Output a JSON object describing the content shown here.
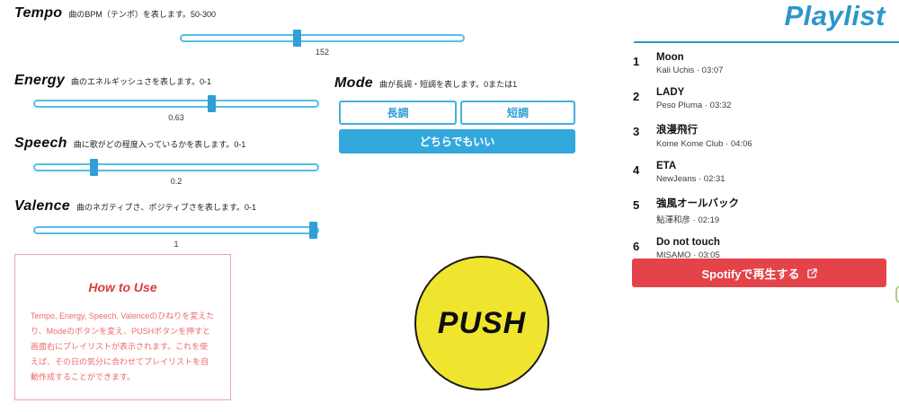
{
  "sliders": [
    {
      "label": "Tempo",
      "desc": "曲のBPM（テンポ）を表します。50-300",
      "value": "152",
      "percent": 40.8
    },
    {
      "label": "Energy",
      "desc": "曲のエネルギッシュさを表します。0-1",
      "value": "0.63",
      "percent": 63
    },
    {
      "label": "Speech",
      "desc": "曲に歌がどの程度入っているかを表します。0-1",
      "value": "0.2",
      "percent": 20
    },
    {
      "label": "Valence",
      "desc": "曲のネガティブさ、ポジティブさを表します。0-1",
      "value": "1",
      "percent": 100
    }
  ],
  "mode": {
    "label": "Mode",
    "desc": "曲が長調・短調を表します。0または1",
    "major_label": "長調",
    "minor_label": "短調",
    "either_label": "どちらでもいい"
  },
  "how_to_use": {
    "title": "How to Use",
    "body": "Tempo, Energy, Speech, Valenceのひねりを変えたり、Modeのボタンを変え、PUSHボタンを押すと画面右にプレイリストが表示されます。これを使えば、その日の気分に合わせてプレイリストを自動作成することができます。"
  },
  "push": {
    "label": "PUSH"
  },
  "playlist": {
    "title": "Playlist",
    "tracks": [
      {
        "num": "1",
        "title": "Moon",
        "meta": "Kali Uchis · 03:07"
      },
      {
        "num": "2",
        "title": "LADY",
        "meta": "Peso Pluma · 03:32"
      },
      {
        "num": "3",
        "title": "浪漫飛行",
        "meta": "Kome Kome Club · 04:06"
      },
      {
        "num": "4",
        "title": "ETA",
        "meta": "NewJeans · 02:31"
      },
      {
        "num": "5",
        "title": "強風オールバック",
        "meta": "鮎澤和彦 · 02:19"
      },
      {
        "num": "6",
        "title": "Do not touch",
        "meta": "MISAMO · 03:05"
      }
    ],
    "spotify_label": "Spotifyで再生する"
  },
  "colors": {
    "accent_blue": "#33a8dc",
    "slider_border_blue": "#55bce8",
    "playlist_blue": "#2d96cc",
    "spotify_red": "#e4434a",
    "howto_red": "#ef6a6a",
    "push_yellow": "#f0e52e"
  }
}
